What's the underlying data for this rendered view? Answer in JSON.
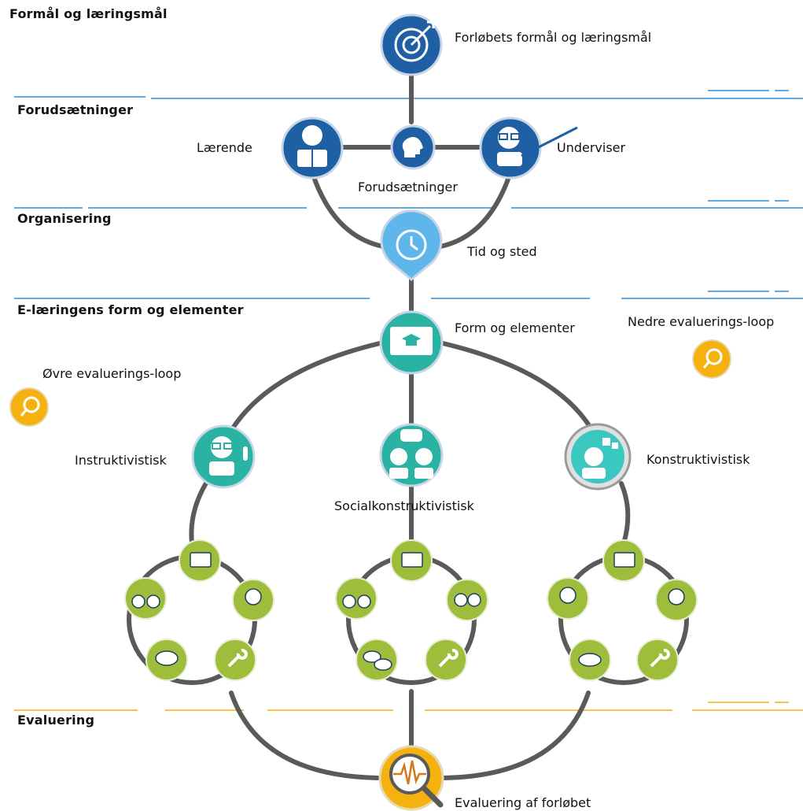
{
  "sections": {
    "purpose": "Formål og læringsmål",
    "prerequisites": "Forudsætninger",
    "organisation": "Organisering",
    "form": "E-læringens form og elementer",
    "evaluation": "Evaluering"
  },
  "nodes": {
    "purpose": "Forløbets formål og læringsmål",
    "learner": "Lærende",
    "prerequisites": "Forudsætninger",
    "teacher": "Underviser",
    "time_place": "Tid og sted",
    "form_elements": "Form og elementer",
    "instructivist": "Instruktivistisk",
    "socialconstructivist": "Socialkonstruktivistisk",
    "constructivist": "Konstruktivistisk",
    "course_evaluation": "Evaluering af forløbet"
  },
  "loops": {
    "upper": "Øvre evaluerings-loop",
    "lower": "Nedre evaluerings-loop"
  },
  "colors": {
    "dark_blue": "#1f5fa3",
    "light_blue": "#5fb6ea",
    "teal": "#2ab3a3",
    "green": "#9ebd3a",
    "orange": "#f5b20f",
    "connector": "#555555",
    "rule_blue": "#2f8ed6",
    "rule_orange": "#f5b20f"
  }
}
